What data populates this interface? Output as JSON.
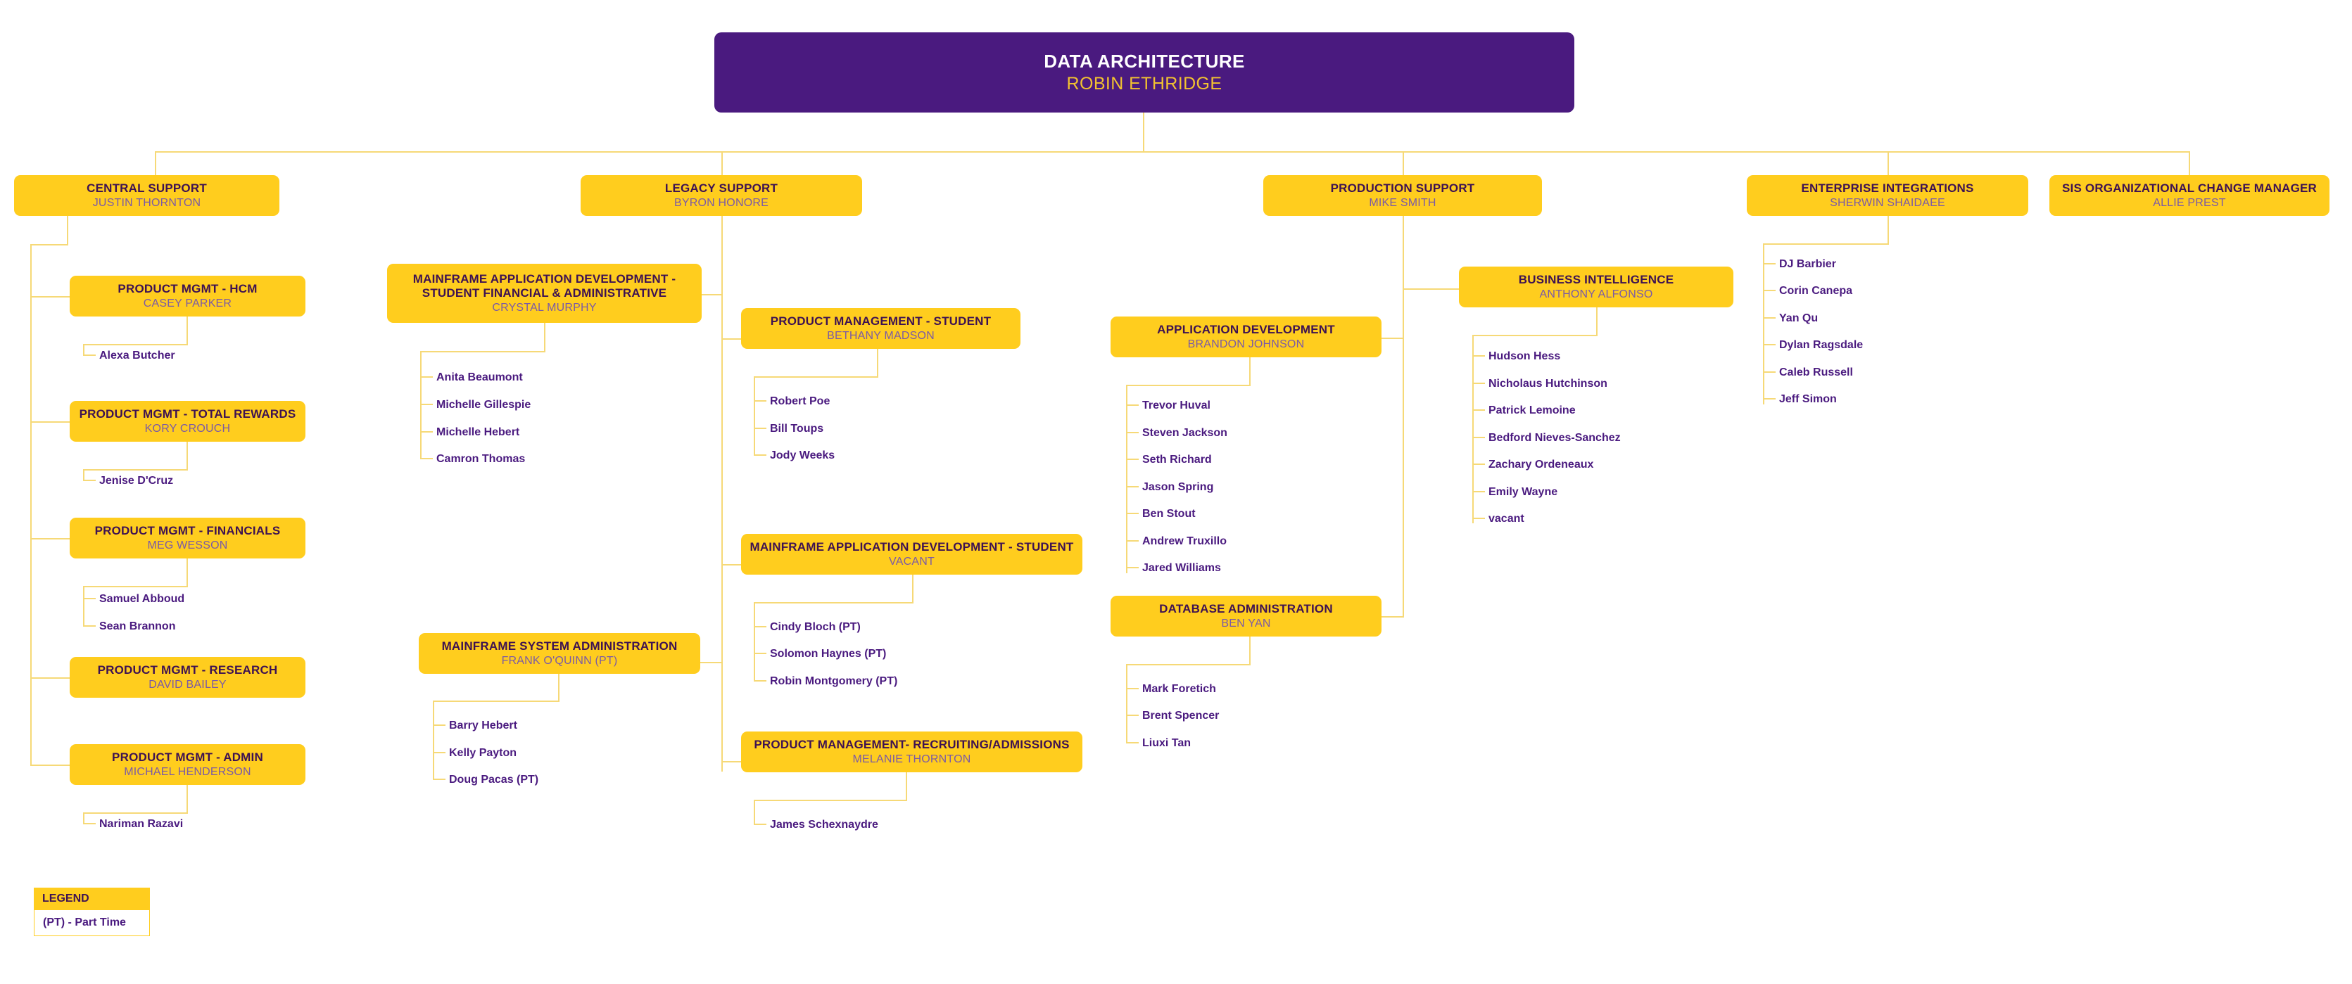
{
  "root": {
    "title": "DATA ARCHITECTURE",
    "name": "ROBIN ETHRIDGE"
  },
  "colors": {
    "root_fill": "#4A1A7F",
    "root_title": "#FFFFFF",
    "root_name": "#F2C230",
    "box_fill": "#FFCD1E",
    "box_title": "#3D1152",
    "box_name": "#7B5AA6",
    "leaf_text": "#4A1A7F",
    "connector": "#F6D977",
    "page_background": "#FFFFFF"
  },
  "legend": {
    "header": "LEGEND",
    "items": [
      "(PT) - Part Time"
    ]
  },
  "departments": [
    {
      "title": "CENTRAL SUPPORT",
      "name": "JUSTIN THORNTON",
      "teams": [
        {
          "title": "PRODUCT MGMT - HCM",
          "name": "CASEY PARKER",
          "staff": [
            "Alexa Butcher"
          ]
        },
        {
          "title": "PRODUCT MGMT - TOTAL REWARDS",
          "name": "KORY CROUCH",
          "staff": [
            "Jenise D'Cruz"
          ]
        },
        {
          "title": "PRODUCT MGMT - FINANCIALS",
          "name": "MEG WESSON",
          "staff": [
            "Samuel Abboud",
            "Sean Brannon"
          ]
        },
        {
          "title": "PRODUCT MGMT - RESEARCH",
          "name": "DAVID BAILEY",
          "staff": []
        },
        {
          "title": "PRODUCT MGMT - ADMIN",
          "name": "MICHAEL HENDERSON",
          "staff": [
            "Nariman Razavi"
          ]
        }
      ]
    },
    {
      "title": "LEGACY SUPPORT",
      "name": "BYRON HONORE",
      "teams": [
        {
          "title": "MAINFRAME APPLICATION DEVELOPMENT - STUDENT FINANCIAL & ADMINISTRATIVE",
          "name": "CRYSTAL MURPHY",
          "staff": [
            "Anita Beaumont",
            "Michelle Gillespie",
            "Michelle Hebert",
            "Camron Thomas"
          ]
        },
        {
          "title": "MAINFRAME SYSTEM ADMINISTRATION",
          "name": "FRANK O'QUINN (PT)",
          "staff": [
            "Barry Hebert",
            "Kelly Payton",
            "Doug Pacas (PT)"
          ]
        },
        {
          "title": "PRODUCT MANAGEMENT - STUDENT",
          "name": "BETHANY MADSON",
          "staff": [
            "Robert Poe",
            "Bill Toups",
            "Jody Weeks"
          ]
        },
        {
          "title": "MAINFRAME APPLICATION DEVELOPMENT - STUDENT",
          "name": "VACANT",
          "staff": [
            "Cindy Bloch (PT)",
            "Solomon Haynes (PT)",
            "Robin Montgomery (PT)"
          ]
        },
        {
          "title": "PRODUCT MANAGEMENT- RECRUITING/ADMISSIONS",
          "name": "MELANIE THORNTON",
          "staff": [
            "James Schexnaydre"
          ]
        }
      ]
    },
    {
      "title": "PRODUCTION SUPPORT",
      "name": "MIKE SMITH",
      "teams": [
        {
          "title": "APPLICATION DEVELOPMENT",
          "name": "BRANDON JOHNSON",
          "staff": [
            "Trevor Huval",
            "Steven Jackson",
            "Seth Richard",
            "Jason Spring",
            "Ben Stout",
            "Andrew Truxillo",
            "Jared Williams"
          ]
        },
        {
          "title": "DATABASE ADMINISTRATION",
          "name": "BEN YAN",
          "staff": [
            "Mark Foretich",
            "Brent Spencer",
            "Liuxi Tan"
          ]
        },
        {
          "title": "BUSINESS INTELLIGENCE",
          "name": "ANTHONY ALFONSO",
          "staff": [
            "Hudson Hess",
            "Nicholaus Hutchinson",
            "Patrick Lemoine",
            "Bedford Nieves-Sanchez",
            "Zachary Ordeneaux",
            "Emily Wayne",
            "vacant"
          ]
        }
      ]
    },
    {
      "title": "ENTERPRISE INTEGRATIONS",
      "name": "SHERWIN SHAIDAEE",
      "teams": [],
      "staff": [
        "DJ Barbier",
        "Corin Canepa",
        "Yan Qu",
        "Dylan Ragsdale",
        "Caleb Russell",
        "Jeff Simon"
      ]
    },
    {
      "title": "SIS ORGANIZATIONAL CHANGE MANAGER",
      "name": "ALLIE PREST",
      "teams": [],
      "staff": []
    }
  ]
}
